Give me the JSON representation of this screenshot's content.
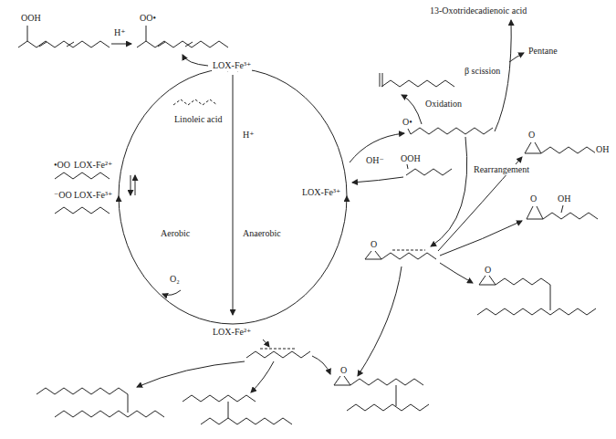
{
  "diagram": {
    "labels": [
      "OOH",
      "H⁺",
      "OO•",
      "13-Oxotridecadienoic acid",
      "Oxidation",
      "Pentane",
      "β scission",
      "LOX-Fe³⁺",
      "Linoleic acid",
      "H⁺",
      "•OO",
      "LOX-Fe²⁺",
      "⁻OO",
      "LOX-Fe³⁺",
      "Aerobic",
      "Anaerobic",
      "O₂",
      "LOX-Fe²⁺",
      "LOX-Fe³⁺",
      "OH⁻",
      "O•",
      "OOH",
      "Rearrangement",
      "O",
      "OH",
      "O",
      "OH",
      "O",
      "O",
      "O"
    ]
  }
}
